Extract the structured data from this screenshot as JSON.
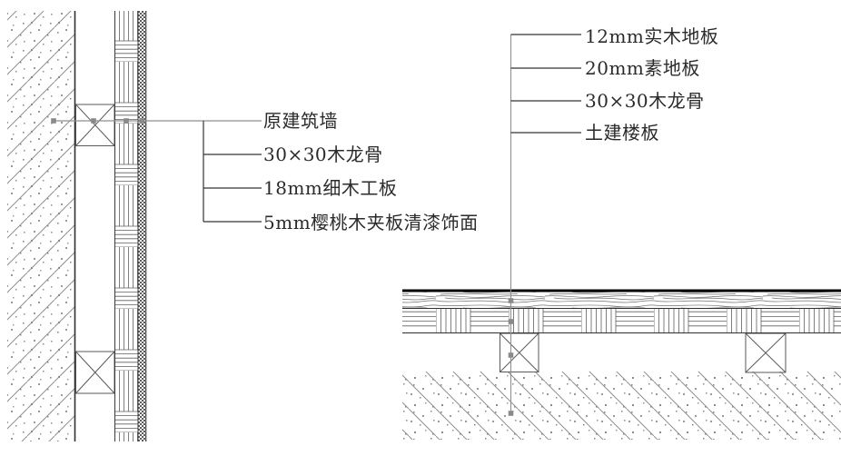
{
  "drawing": {
    "type": "construction-detail-section",
    "wall_detail": {
      "labels": [
        "原建筑墙",
        "30×30木龙骨",
        "18mm细木工板",
        "5mm樱桃木夹板清漆饰面"
      ]
    },
    "floor_detail": {
      "labels": [
        "12mm实木地板",
        "20mm素地板",
        "30×30木龙骨",
        "土建楼板"
      ]
    },
    "colors": {
      "background": "#ffffff",
      "line_dark": "#2f2f2f",
      "line_black": "#000000",
      "leader_gray": "#8f8f8f",
      "hatch_gray": "#777777",
      "text": "#2b2b2b"
    }
  }
}
